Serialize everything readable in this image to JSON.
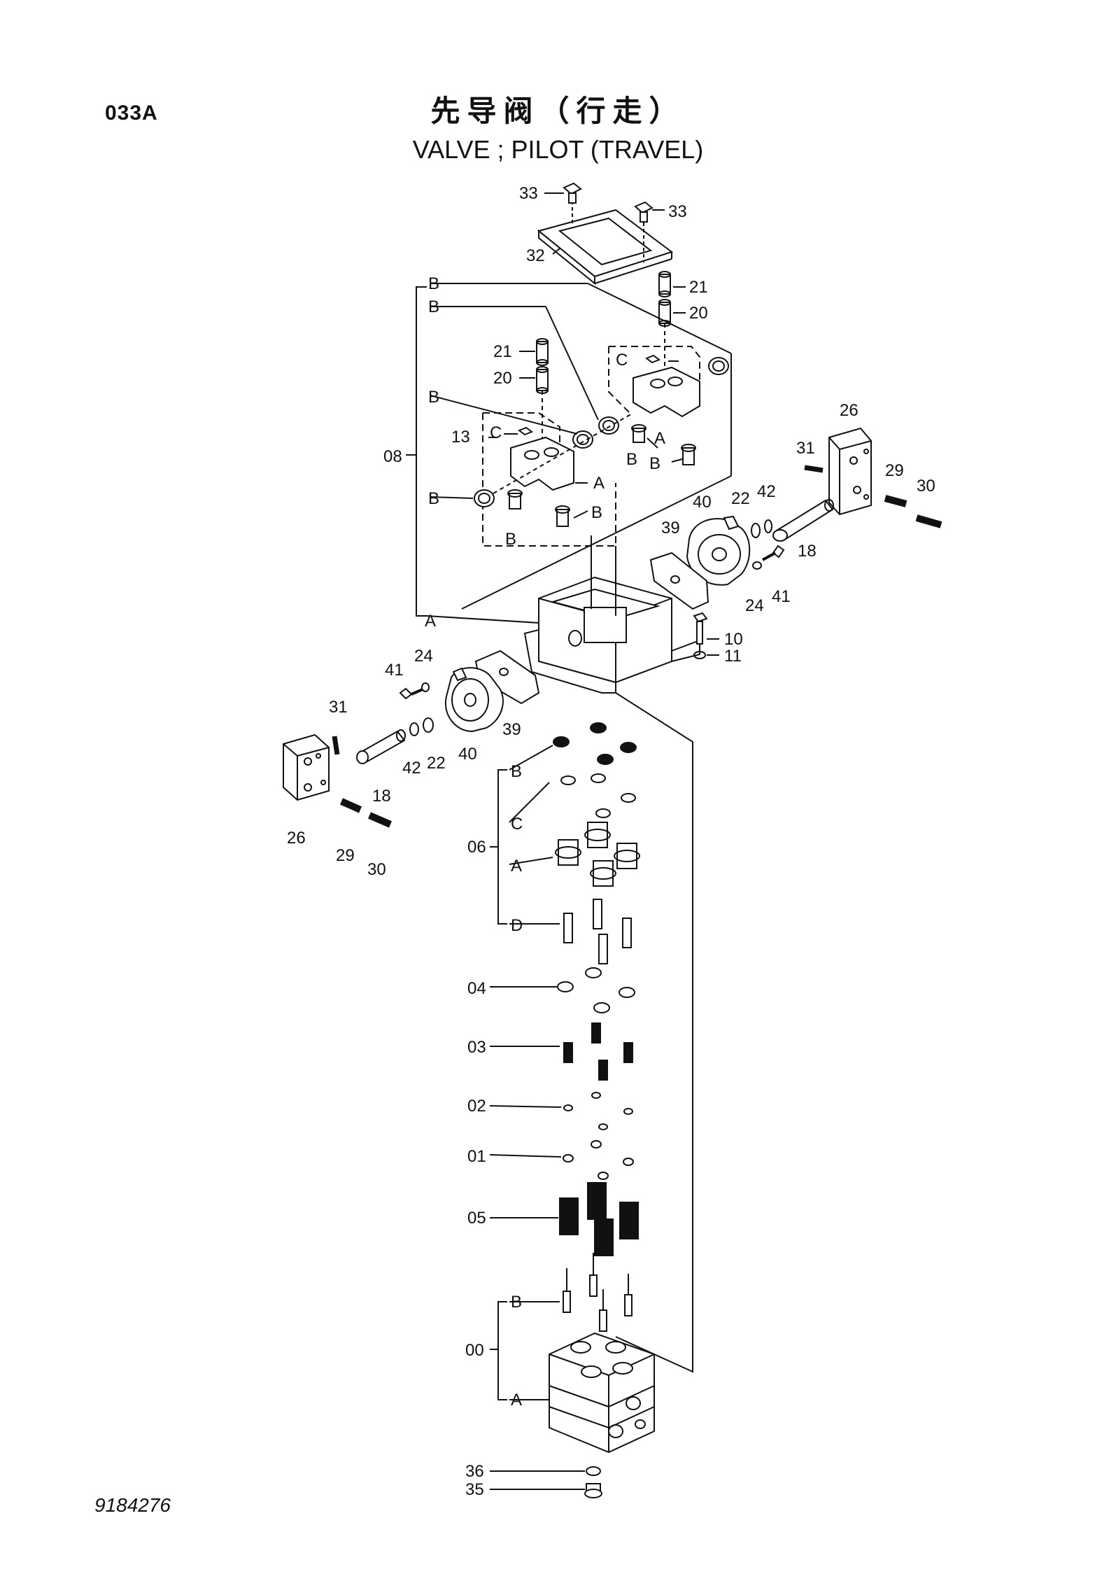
{
  "header": {
    "page_code": "033A",
    "title_cn": "先导阀（行走）",
    "title_en": "VALVE ; PILOT (TRAVEL)"
  },
  "footer": {
    "doc_number": "9184276"
  },
  "callouts": {
    "c33a": "33",
    "c33b": "33",
    "c32": "32",
    "c21a": "21",
    "c20a": "20",
    "c21b": "21",
    "c20b": "20",
    "cBtop1": "B",
    "cBtop2": "B",
    "cC1": "C",
    "cB3": "B",
    "c13": "13",
    "cC2": "C",
    "cA1": "A",
    "cB4": "B",
    "cB5": "B",
    "cA2": "A",
    "c08": "08",
    "cB6": "B",
    "cB7": "B",
    "cB8": "B",
    "cA3": "A",
    "c26r": "26",
    "c31r": "31",
    "c29r": "29",
    "c30r": "30",
    "c22r": "22",
    "c42r": "42",
    "c40r": "40",
    "c39r": "39",
    "c18r": "18",
    "c24r": "24",
    "c41r": "41",
    "c10": "10",
    "c11": "11",
    "c41l": "41",
    "c24l": "24",
    "c31l": "31",
    "c39l": "39",
    "c40l": "40",
    "c42l": "42",
    "c22l": "22",
    "c18l": "18",
    "c26l": "26",
    "c29l": "29",
    "c30l": "30",
    "cB9": "B",
    "cC3": "C",
    "c06": "06",
    "cA4": "A",
    "cD": "D",
    "c04": "04",
    "c03": "03",
    "c02": "02",
    "c01": "01",
    "c05": "05",
    "cB10": "B",
    "c00": "00",
    "cA5": "A",
    "c36": "36",
    "c35": "35"
  }
}
